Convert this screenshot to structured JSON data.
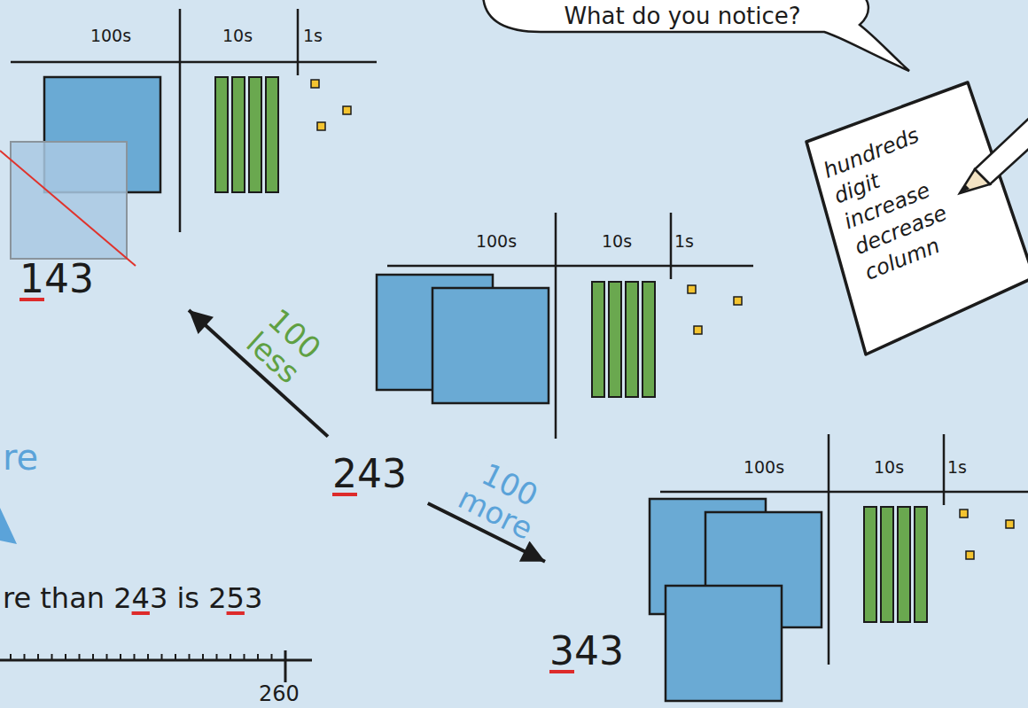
{
  "diagram": {
    "nodes": [
      {
        "text": [
          "What do you notice?"
        ]
      },
      {
        "text": [
          "100s",
          "10s",
          "1s",
          "143"
        ]
      },
      {
        "text": [
          "hundreds digit increase decrease column"
        ]
      },
      {
        "text": [
          "100s",
          "10s",
          "1s",
          "243"
        ]
      },
      {
        "text": [
          "100s",
          "10s",
          "1s",
          "343"
        ]
      }
    ],
    "edges": [
      {
        "from": 3,
        "to": 1,
        "arrow": "to",
        "label": "100 less"
      },
      {
        "from": 3,
        "to": 4,
        "arrow": "to",
        "label": "100 more"
      }
    ],
    "labels": [
      "re",
      "re than 243 is 253",
      "260"
    ]
  }
}
